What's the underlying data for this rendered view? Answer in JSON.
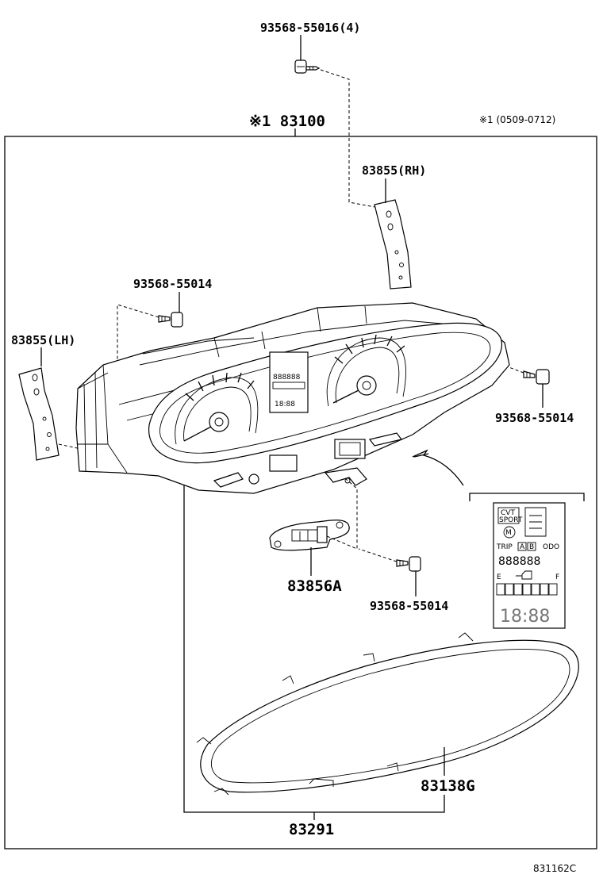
{
  "labels": {
    "screw_top": "93568-55016(4)",
    "assembly_note": "※1 83100",
    "applicability": "※1 (0509-0712)",
    "bracket_rh": "83855(RH)",
    "screw_left": "93568-55014",
    "bracket_lh": "83855(LH)",
    "screw_right": "93568-55014",
    "connector": "83856A",
    "screw_bottom": "93568-55014",
    "glass": "83138G",
    "lens_group": "83291",
    "diagram_code": "831162C"
  },
  "lcd_inset": {
    "cvt": "CVT",
    "sport": "SPORT",
    "mode": "M",
    "trip": "TRIP",
    "trip_a": "A",
    "trip_b": "B",
    "odo": "ODO",
    "odo_digits": "888888",
    "fuel_empty": "E",
    "fuel_full": "F",
    "clock": "18:88"
  },
  "cluster_display": {
    "odo_digits": "888888",
    "clock": "18:88"
  }
}
